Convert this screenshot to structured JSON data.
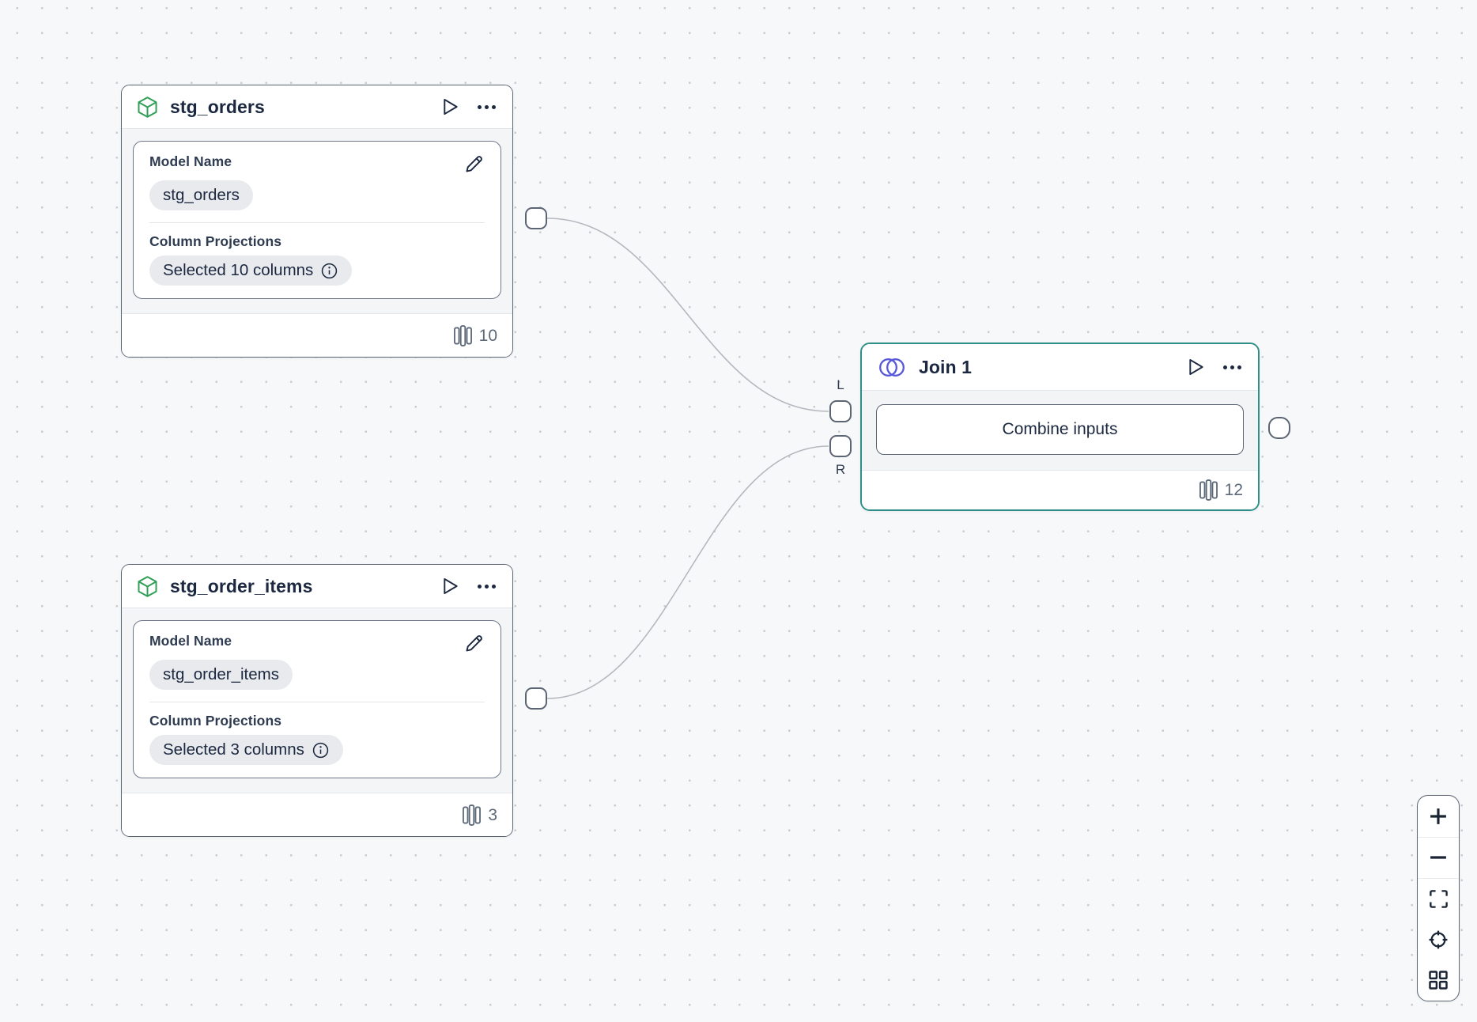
{
  "colors": {
    "accent_teal": "#2f8f88",
    "node_border": "#5b6574",
    "model_icon_green": "#2f9e57",
    "join_icon_indigo": "#5757d9",
    "edge_gray": "#b4b8bf",
    "muted_text": "#5d6878"
  },
  "nodes": {
    "stg_orders": {
      "title": "stg_orders",
      "model_name_label": "Model Name",
      "model_name_value": "stg_orders",
      "projections_label": "Column Projections",
      "projections_value": "Selected 10 columns",
      "column_count": "10"
    },
    "stg_order_items": {
      "title": "stg_order_items",
      "model_name_label": "Model Name",
      "model_name_value": "stg_order_items",
      "projections_label": "Column Projections",
      "projections_value": "Selected 3 columns",
      "column_count": "3"
    },
    "join_1": {
      "title": "Join 1",
      "combine_button_label": "Combine inputs",
      "column_count": "12",
      "left_port_label": "L",
      "right_port_label": "R"
    }
  },
  "zoom_controls": {
    "icons": [
      "zoom-in-plus",
      "zoom-out-minus",
      "fit-view-fullscreen",
      "locate-crosshair",
      "auto-layout-grid"
    ]
  }
}
